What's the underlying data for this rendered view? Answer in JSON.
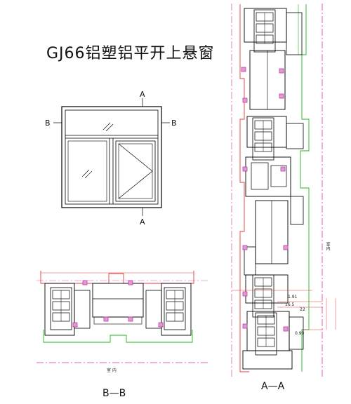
{
  "title": "GJ66铝塑铝平开上悬窗",
  "elevation": {
    "marker_a_top": "A",
    "marker_a_bottom": "A",
    "marker_b_left": "B",
    "marker_b_right": "B"
  },
  "section_bb": {
    "label": "B—B",
    "room_text": "室  内"
  },
  "section_aa": {
    "label": "A—A",
    "room_text": "室内",
    "dimensions": [
      "1.91",
      "16.5",
      "22",
      "0.99"
    ]
  },
  "colors": {
    "line": "#000000",
    "red": "#e23b3b",
    "green": "#22b522",
    "magenta": "#cc33aa",
    "gasket": "#d7a0d0"
  }
}
